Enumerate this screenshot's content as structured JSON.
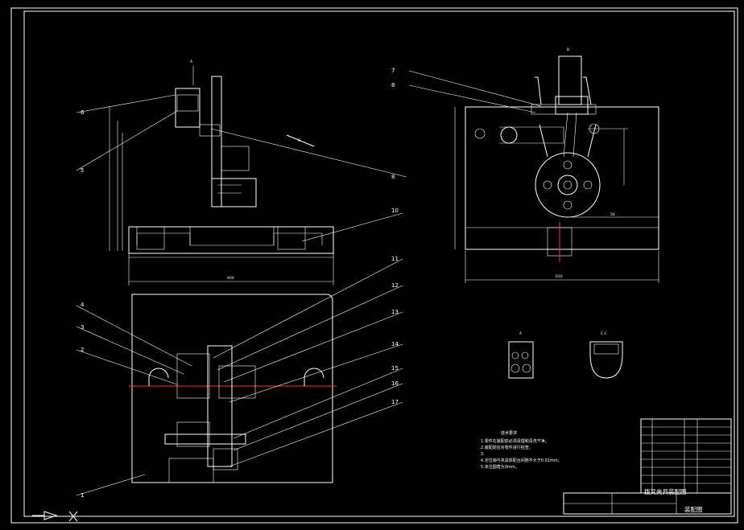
{
  "colors": {
    "background": "#000000",
    "lines": "#ffffff",
    "centerline": "#ff3030",
    "hatch_fill": "#888888"
  },
  "part_labels": [
    "1",
    "2",
    "3",
    "4",
    "5",
    "6",
    "7",
    "8",
    "9",
    "10",
    "11",
    "12",
    "13",
    "14",
    "15",
    "16",
    "17"
  ],
  "view_labels": {
    "section_a": "A",
    "section_c": "C-C",
    "view_a_arrow": "A",
    "view_b_arrow": "B",
    "top_b": "B"
  },
  "dimensions": {
    "base_width_right": "610",
    "right_x1": "56",
    "top_view_width": "400"
  },
  "technical_requirements": {
    "title": "技术要求",
    "lines": [
      "1.零件在装配前必须清理和清洗干净。",
      "2.装配前应对零件进行检查。",
      "3.",
      "4.定位销与夹具体配合间隙不大于0.01mm。",
      "5.未注圆角为3mm。"
    ]
  },
  "title_block": {
    "drawing_name": "拨叉夹具装配图",
    "sheet_label": "装配图"
  }
}
